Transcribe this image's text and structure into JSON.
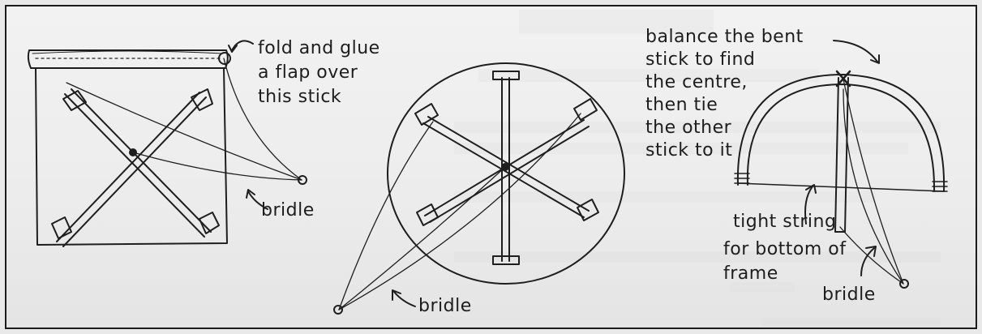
{
  "labels": {
    "fold_line1": "fold and glue",
    "fold_line2": "a flap over",
    "fold_line3": "this stick",
    "bridle_left": "bridle",
    "bridle_center": "bridle",
    "balance_line1": "balance the bent",
    "balance_line2": "stick to find",
    "balance_line3": "the centre,",
    "balance_line4": "then tie",
    "balance_line5": "the other",
    "balance_line6": "stick to it",
    "string_line1": "tight string",
    "string_line2": "for bottom of",
    "string_line3": "frame",
    "bridle_right": "bridle"
  },
  "colors": {
    "ink": "#1e1e1e",
    "paper": "#ededed",
    "bleed_through": "#cfcfcf"
  }
}
